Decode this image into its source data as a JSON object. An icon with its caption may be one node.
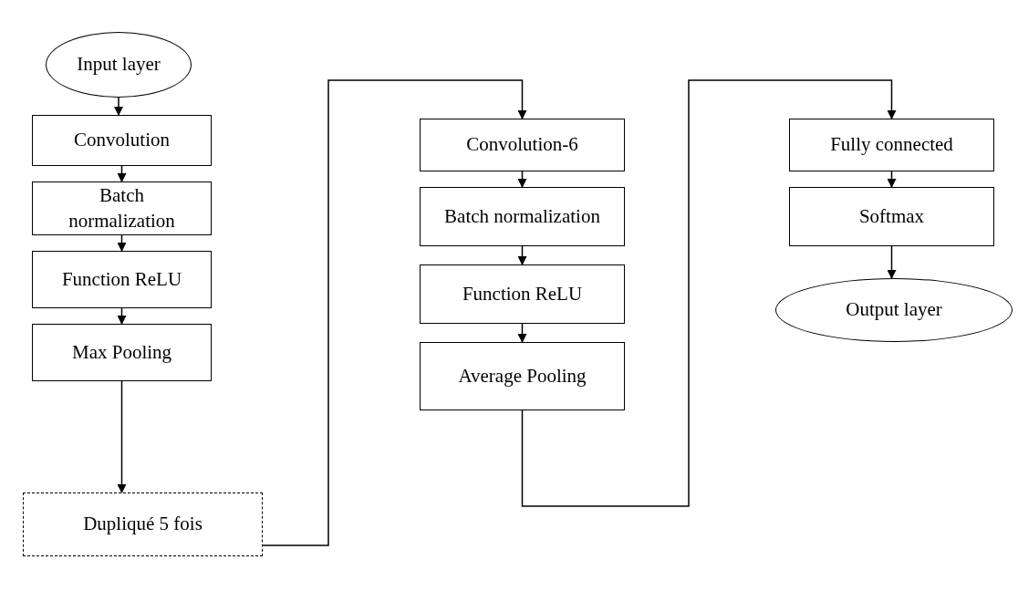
{
  "diagram": {
    "nodes": [
      {
        "text": [
          "Input layer"
        ]
      },
      {
        "text": [
          "Convolution"
        ]
      },
      {
        "text": [
          "Batch normalization"
        ]
      },
      {
        "text": [
          "Function ReLU"
        ]
      },
      {
        "text": [
          "Max Pooling"
        ]
      },
      {
        "text": [
          "Dupliqué 5 fois"
        ]
      },
      {
        "text": [
          "Convolution-6"
        ]
      },
      {
        "text": [
          "Batch normalization"
        ]
      },
      {
        "text": [
          "Function ReLU"
        ]
      },
      {
        "text": [
          "Average Pooling"
        ]
      },
      {
        "text": [
          "Fully connected"
        ]
      },
      {
        "text": [
          "Softmax"
        ]
      },
      {
        "text": [
          "Output layer"
        ]
      }
    ],
    "edges": [
      {
        "from": 0,
        "to": 1,
        "arrow": "to"
      },
      {
        "from": 1,
        "to": 2,
        "arrow": "to"
      },
      {
        "from": 2,
        "to": 3,
        "arrow": "to"
      },
      {
        "from": 3,
        "to": 4,
        "arrow": "to"
      },
      {
        "from": 4,
        "to": 5,
        "arrow": "to"
      },
      {
        "from": 5,
        "to": 6,
        "arrow": "to"
      },
      {
        "from": 6,
        "to": 7,
        "arrow": "to"
      },
      {
        "from": 7,
        "to": 8,
        "arrow": "to"
      },
      {
        "from": 8,
        "to": 9,
        "arrow": "to"
      },
      {
        "from": 9,
        "to": 10,
        "arrow": "to"
      },
      {
        "from": 10,
        "to": 11,
        "arrow": "to"
      },
      {
        "from": 11,
        "to": 12,
        "arrow": "to"
      }
    ]
  }
}
